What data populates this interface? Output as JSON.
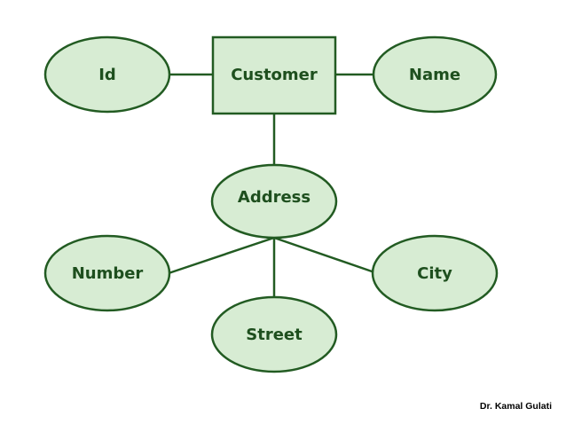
{
  "diagram": {
    "entity": {
      "label": "Customer"
    },
    "attributes": {
      "id": "Id",
      "name": "Name",
      "address": "Address",
      "number": "Number",
      "street": "Street",
      "city": "City"
    }
  },
  "footer": {
    "credit": "Dr. Kamal Gulati"
  },
  "colors": {
    "fill": "#d7ecd3",
    "stroke": "#225b22",
    "text": "#1e4f1e"
  }
}
